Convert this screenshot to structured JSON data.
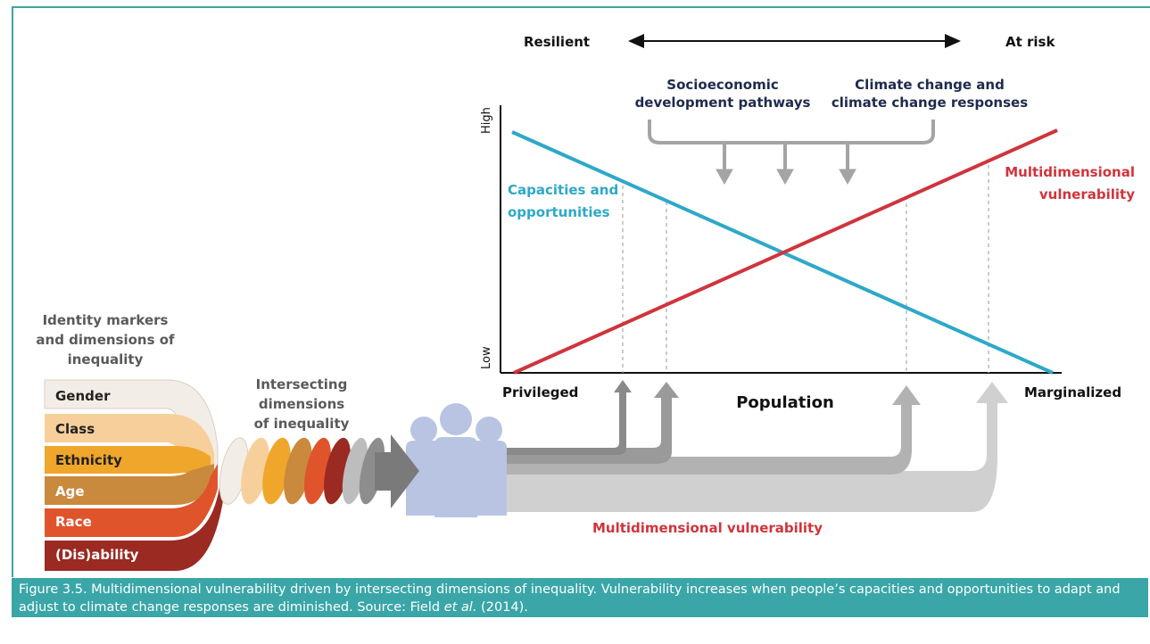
{
  "axis_top": {
    "left": "Resilient",
    "right": "At risk"
  },
  "drivers": {
    "left": "Socioeconomic development pathways",
    "right": "Climate change and climate change responses"
  },
  "chart": {
    "y_high": "High",
    "y_low": "Low",
    "x_left": "Privileged",
    "x_center": "Population",
    "x_right": "Marginalized",
    "line_capacities": "Capacities and opportunities",
    "line_vulnerability": "Multidimensional vulnerability"
  },
  "identity": {
    "title": "Identity markers and dimensions of inequality",
    "markers": [
      "Gender",
      "Class",
      "Ethnicity",
      "Age",
      "Race",
      "(Dis)ability"
    ]
  },
  "intersecting_label": "Intersecting dimensions of inequality",
  "bottom_label": "Multidimensional vulnerability",
  "caption": {
    "prefix": "Figure 3.5. Multidimensional vulnerability driven by intersecting dimensions of inequality. Vulnerability increases when people’s capacities and opportunities to adapt and adjust to climate change responses are diminished. Source: Field ",
    "em": "et al.",
    "suffix": " (2014)."
  },
  "colors": {
    "teal": "#3aa6a8",
    "capacity_line": "#2ea8c9",
    "vulnerability_line": "#d0343c",
    "navy_text": "#1e2b4e",
    "people": "#b8c4e2",
    "arrow_grey": "#9e9e9e",
    "marker_colors": [
      "#f2ede6",
      "#f7cf9a",
      "#f0a62a",
      "#c98a3e",
      "#e0542c",
      "#9a2a22"
    ]
  }
}
